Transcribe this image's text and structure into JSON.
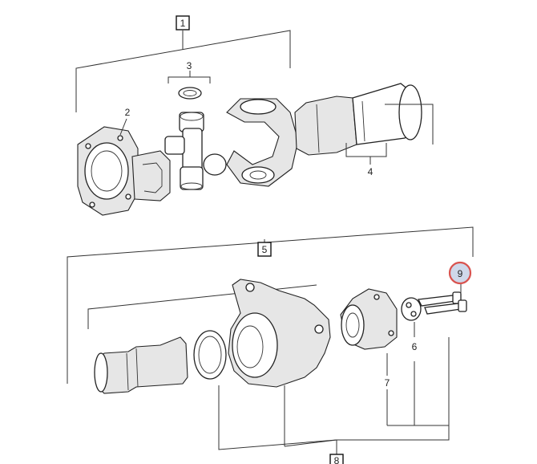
{
  "labels": {
    "p1": "1",
    "p2": "2",
    "p3": "3",
    "p4": "4",
    "p5": "5",
    "p6": "6",
    "p7": "7",
    "p8": "8",
    "p9": "9"
  },
  "colors": {
    "highlight_ring": "#d9534f",
    "highlight_fill": "#cfd8ea",
    "line": "#333333"
  }
}
